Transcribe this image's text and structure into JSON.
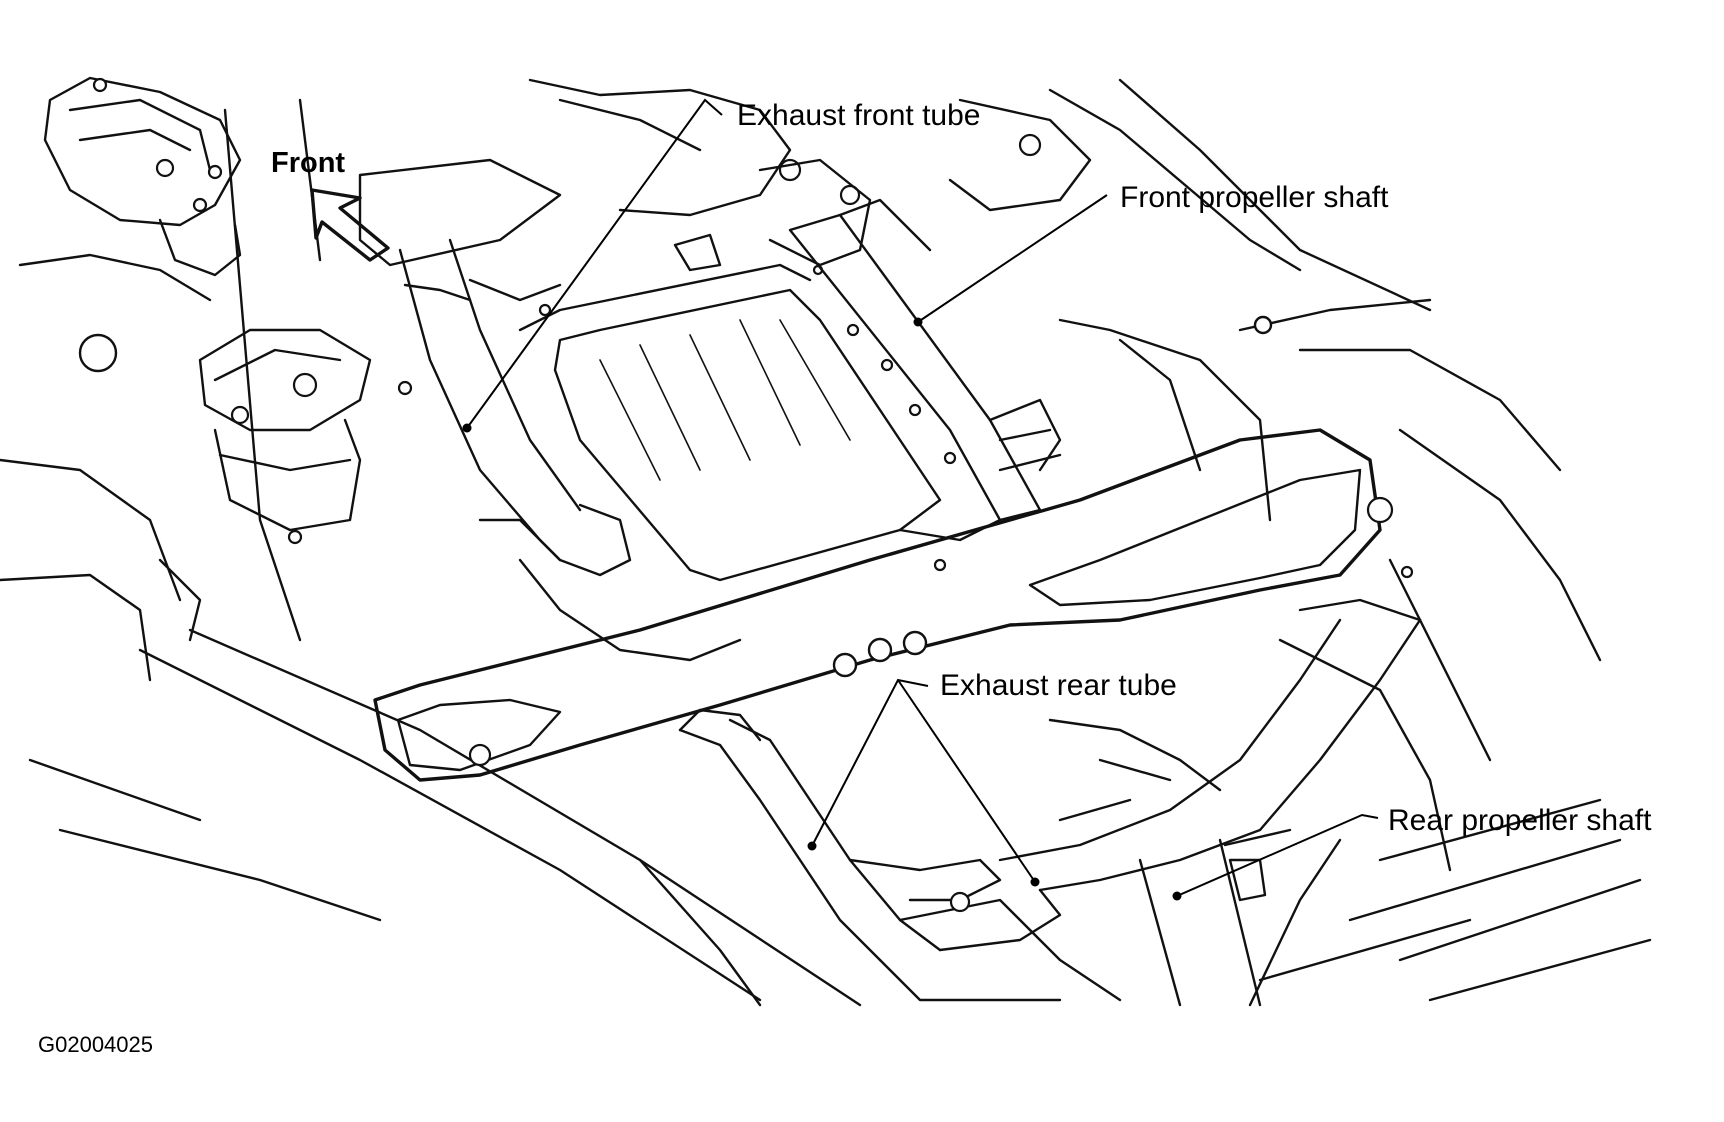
{
  "labels": {
    "front": "Front",
    "exhaust_front_tube": "Exhaust front tube",
    "front_propeller_shaft": "Front propeller shaft",
    "exhaust_rear_tube": "Exhaust rear tube",
    "rear_propeller_shaft": "Rear propeller shaft"
  },
  "figure_code": "G02004025"
}
